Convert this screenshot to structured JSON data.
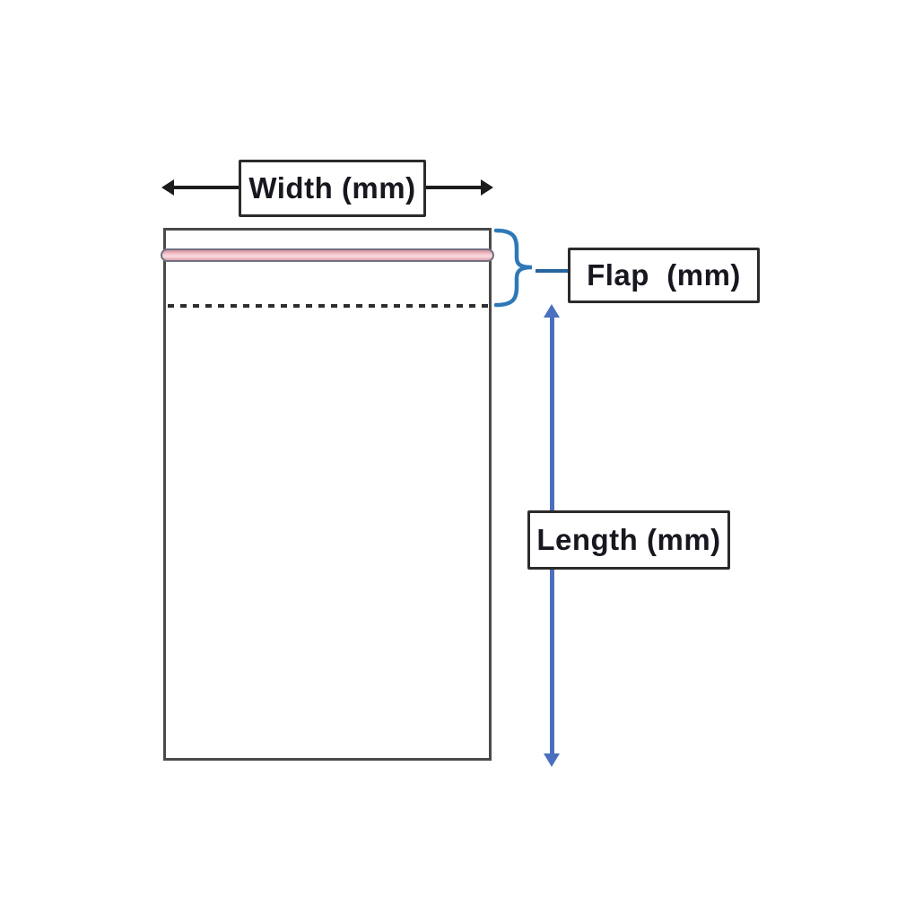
{
  "diagram": {
    "type": "bag-dimension-diagram",
    "labels": {
      "width": "Width (mm)",
      "flap": "Flap  (mm)",
      "length": "Length (mm)"
    },
    "icons": {
      "width_arrow": "double-headed-horizontal-arrow",
      "length_arrow": "double-headed-vertical-arrow",
      "flap_brace": "curly-brace-right",
      "adhesive_strip": "pink-seal-strip",
      "fold_line": "dotted-fold-line"
    },
    "colors": {
      "bag_border": "#4a4a4a",
      "label_box_border": "#2b2b2b",
      "label_text": "#17171f",
      "black_arrow": "#1c1c1c",
      "blue_arrow": "#4a6fbe",
      "brace_blue": "#2e78b8",
      "connector_blue": "#2565a0",
      "strip_pink": "#f5ced3",
      "strip_pink_edge": "#dfa0ac",
      "dotted_line": "#2e2e2e",
      "background": "#ffffff"
    }
  }
}
